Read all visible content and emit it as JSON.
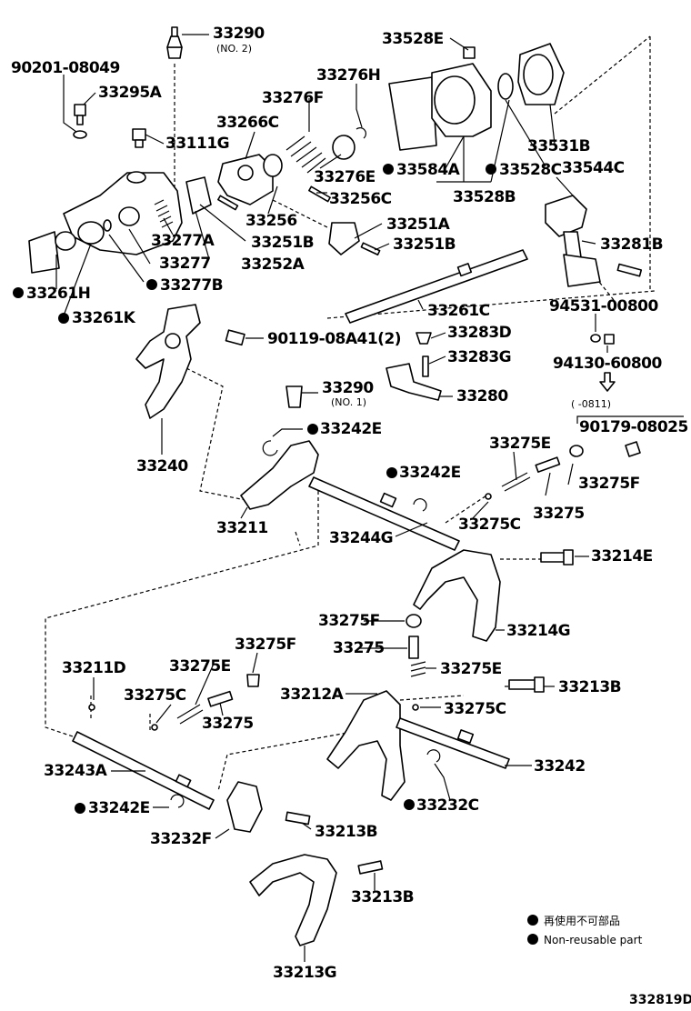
{
  "labels": [
    {
      "text": "33290",
      "id": "33290-no2"
    },
    {
      "text": "(NO. 2)",
      "id": "33290-no2-sub"
    },
    {
      "text": "90201-08049",
      "id": "90201-08049"
    },
    {
      "text": "33295A",
      "id": "33295A"
    },
    {
      "text": "33276H",
      "id": "33276H"
    },
    {
      "text": "33276F",
      "id": "33276F"
    },
    {
      "text": "33266C",
      "id": "33266C"
    },
    {
      "text": "33111G",
      "id": "33111G"
    },
    {
      "text": "33276E",
      "id": "33276E"
    },
    {
      "text": "33256C",
      "id": "33256C"
    },
    {
      "text": "33256",
      "id": "33256"
    },
    {
      "text": "33251A",
      "id": "33251A"
    },
    {
      "text": "33251B",
      "id": "33251B-a"
    },
    {
      "text": "33251B",
      "id": "33251B-b"
    },
    {
      "text": "33277A",
      "id": "33277A"
    },
    {
      "text": "33277",
      "id": "33277"
    },
    {
      "text": "33252A",
      "id": "33252A"
    },
    {
      "text": "33277B",
      "id": "33277B"
    },
    {
      "text": "33261H",
      "id": "33261H"
    },
    {
      "text": "33261K",
      "id": "33261K"
    },
    {
      "text": "33528E",
      "id": "33528E"
    },
    {
      "text": "33584A",
      "id": "33584A"
    },
    {
      "text": "33528C",
      "id": "33528C"
    },
    {
      "text": "33531B",
      "id": "33531B"
    },
    {
      "text": "33544C",
      "id": "33544C"
    },
    {
      "text": "33528B",
      "id": "33528B"
    },
    {
      "text": "33281B",
      "id": "33281B"
    },
    {
      "text": "33261C",
      "id": "33261C"
    },
    {
      "text": "94531-00800",
      "id": "94531-00800"
    },
    {
      "text": "94130-60800",
      "id": "94130-60800"
    },
    {
      "text": "(      -0811)",
      "id": "range-0811"
    },
    {
      "text": "90179-08025",
      "id": "90179-08025"
    },
    {
      "text": "90119-08A41(2)",
      "id": "90119-08A41"
    },
    {
      "text": "33283D",
      "id": "33283D"
    },
    {
      "text": "33283G",
      "id": "33283G"
    },
    {
      "text": "33290",
      "id": "33290-no1"
    },
    {
      "text": "(NO. 1)",
      "id": "33290-no1-sub"
    },
    {
      "text": "33280",
      "id": "33280"
    },
    {
      "text": "33240",
      "id": "33240"
    },
    {
      "text": "33242E",
      "id": "33242E-a"
    },
    {
      "text": "33242E",
      "id": "33242E-b"
    },
    {
      "text": "33275E",
      "id": "33275E-a"
    },
    {
      "text": "33275F",
      "id": "33275F-a"
    },
    {
      "text": "33275",
      "id": "33275-a"
    },
    {
      "text": "33275C",
      "id": "33275C-a"
    },
    {
      "text": "33211",
      "id": "33211"
    },
    {
      "text": "33244G",
      "id": "33244G"
    },
    {
      "text": "33214E",
      "id": "33214E"
    },
    {
      "text": "33275F",
      "id": "33275F-b"
    },
    {
      "text": "33214G",
      "id": "33214G"
    },
    {
      "text": "33275",
      "id": "33275-b"
    },
    {
      "text": "33275E",
      "id": "33275E-b"
    },
    {
      "text": "33211D",
      "id": "33211D"
    },
    {
      "text": "33275E",
      "id": "33275E-c"
    },
    {
      "text": "33275F",
      "id": "33275F-c"
    },
    {
      "text": "33275C",
      "id": "33275C-b"
    },
    {
      "text": "33212A",
      "id": "33212A"
    },
    {
      "text": "33213B",
      "id": "33213B-a"
    },
    {
      "text": "33275C",
      "id": "33275C-c"
    },
    {
      "text": "33275",
      "id": "33275-c"
    },
    {
      "text": "33243A",
      "id": "33243A"
    },
    {
      "text": "33242",
      "id": "33242"
    },
    {
      "text": "33232C",
      "id": "33232C"
    },
    {
      "text": "33242E",
      "id": "33242E-c"
    },
    {
      "text": "33232F",
      "id": "33232F"
    },
    {
      "text": "33213B",
      "id": "33213B-b"
    },
    {
      "text": "33213B",
      "id": "33213B-c"
    },
    {
      "text": "33213G",
      "id": "33213G"
    }
  ],
  "legend": {
    "jp": "再使用不可部品",
    "en": "Non-reusable part"
  },
  "reference": "332819D",
  "colors": {
    "ink": "#000000",
    "paper": "#ffffff"
  }
}
